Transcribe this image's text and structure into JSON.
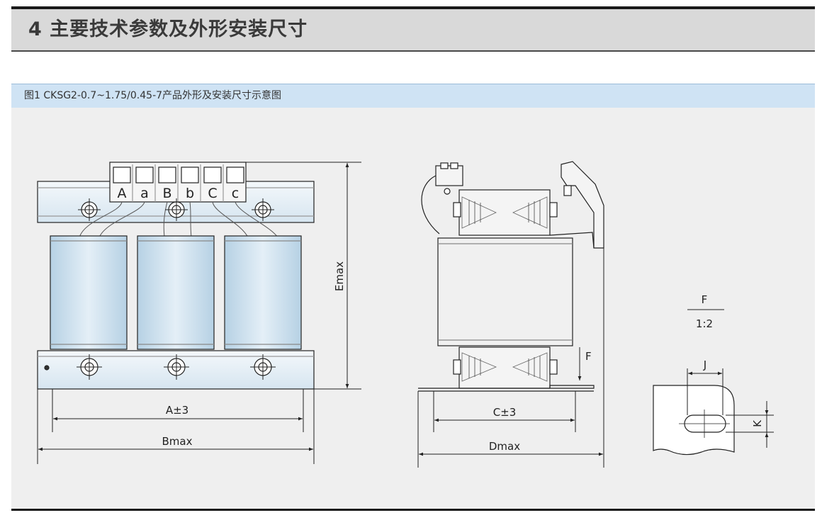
{
  "header": {
    "title": "4 主要技术参数及外形安装尺寸"
  },
  "figure": {
    "caption": "图1 CKSG2-0.7~1.75/0.45-7产品外形及安装尺寸示意图",
    "terminals": [
      "A",
      "a",
      "B",
      "b",
      "C",
      "c"
    ],
    "dimensions": {
      "a": "A±3",
      "b": "Bmax",
      "c": "C±3",
      "d": "Dmax",
      "e": "Emax",
      "f": "F",
      "j": "J",
      "k": "K"
    },
    "detail": {
      "label": "F",
      "scale": "1:2"
    }
  }
}
